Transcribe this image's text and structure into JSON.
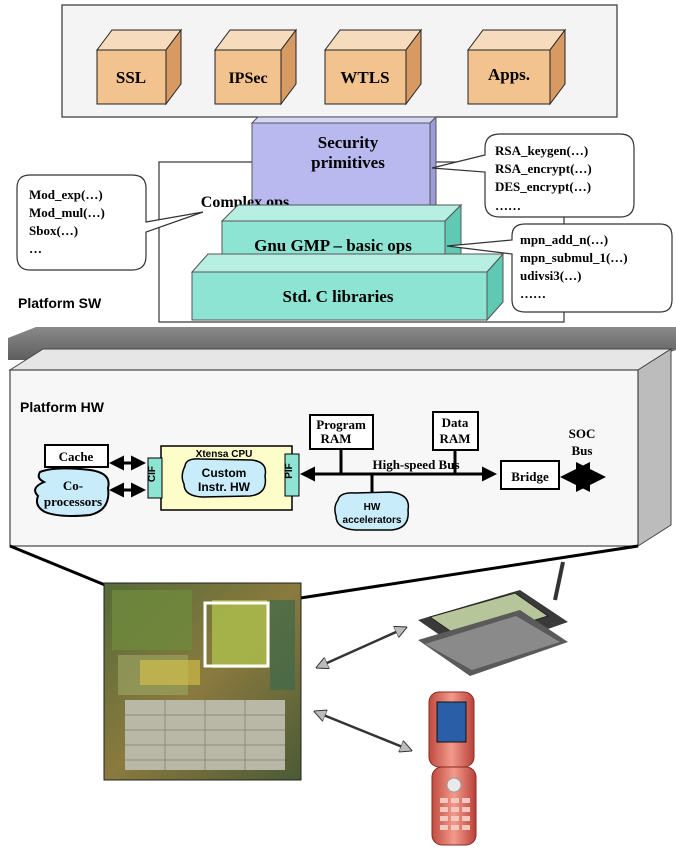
{
  "apps": [
    "SSL",
    "IPSec",
    "WTLS",
    "Apps."
  ],
  "sw": {
    "security_primitives": [
      "Security",
      "primitives"
    ],
    "complex_ops": "Complex ops.",
    "gmp": "Gnu GMP – basic ops",
    "stdc": "Std. C libraries",
    "platform_sw": "Platform SW",
    "callout_left": [
      "Mod_exp(…)",
      "Mod_mul(…)",
      "Sbox(…)",
      "…"
    ],
    "callout_top_right": [
      "RSA_keygen(…)",
      "RSA_encrypt(…)",
      "DES_encrypt(…)",
      "……"
    ],
    "callout_bottom_right": [
      "mpn_add_n(…)",
      "mpn_submul_1(…)",
      "udivsi3(…)",
      "……"
    ]
  },
  "hw": {
    "platform_hw": "Platform HW",
    "cache": "Cache",
    "coproc": [
      "Co-",
      "processors"
    ],
    "cif": "CIF",
    "xtensa": "Xtensa CPU",
    "custom": [
      "Custom",
      "Instr. HW"
    ],
    "pif": "PIF",
    "program_ram": [
      "Program",
      "RAM"
    ],
    "data_ram": [
      "Data",
      "RAM"
    ],
    "bus": "High-speed Bus",
    "hw_acc": [
      "HW",
      "accelerators"
    ],
    "bridge": "Bridge",
    "soc_bus": [
      "SOC",
      "Bus"
    ]
  },
  "colors": {
    "cube_front": "#f2c28f",
    "cube_top": "#f6dcbd",
    "cube_side": "#d89a63",
    "security_box": "#b9b9ef",
    "teal_box": "#8ee4d2",
    "cpu_box": "#fdfdc9",
    "accent_blue": "#c8ecfa"
  }
}
